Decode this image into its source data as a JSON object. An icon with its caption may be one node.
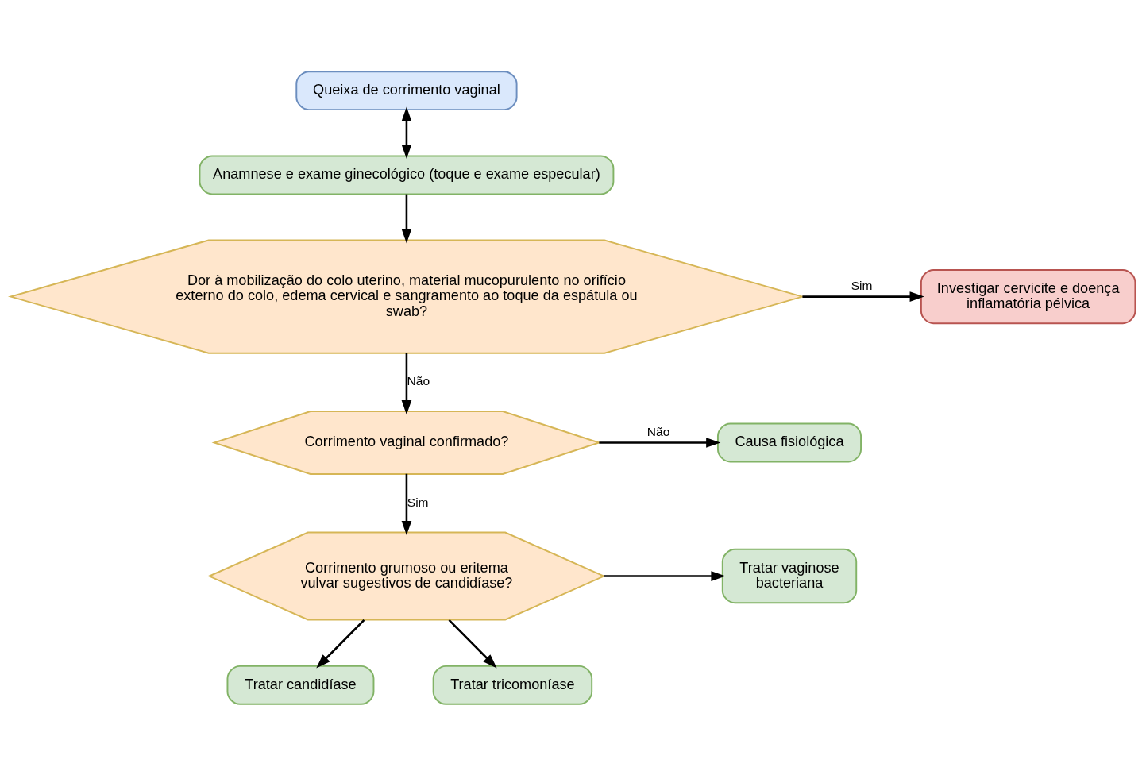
{
  "diagram": {
    "nodes": [
      {
        "text": [
          "Queixa de corrimento vaginal"
        ]
      },
      {
        "text": [
          "Anamnese e exame ginecológico (toque e exame especular)"
        ]
      },
      {
        "text": [
          "Dor à mobilização do colo uterino, material mucopurulento no orifício externo do colo, edema cervical e sangramento ao toque da espátula ou swab?"
        ]
      },
      {
        "text": [
          "Investigar cervicite e doença inflamatória pélvica"
        ]
      },
      {
        "text": [
          "Corrimento vaginal confirmado?"
        ]
      },
      {
        "text": [
          "Causa fisiológica"
        ]
      },
      {
        "text": [
          "Corrimento grumoso ou eritema vulvar sugestivos de candidíase?"
        ]
      },
      {
        "text": [
          "Tratar vaginose bacteriana"
        ]
      },
      {
        "text": [
          "Tratar candidíase"
        ]
      },
      {
        "text": [
          "Tratar tricomoníase"
        ]
      }
    ],
    "edges": [
      {
        "from": 0,
        "to": 1,
        "arrow": "both"
      },
      {
        "from": 1,
        "to": 2,
        "arrow": "to"
      },
      {
        "from": 2,
        "to": 3,
        "arrow": "to",
        "label": "Sim"
      },
      {
        "from": 2,
        "to": 4,
        "arrow": "to",
        "label": "Não"
      },
      {
        "from": 4,
        "to": 5,
        "arrow": "to",
        "label": "Não"
      },
      {
        "from": 4,
        "to": 6,
        "arrow": "to",
        "label": "Sim"
      },
      {
        "from": 6,
        "to": 7,
        "arrow": "to"
      },
      {
        "from": 6,
        "to": 9,
        "arrow": "to"
      },
      {
        "from": 6,
        "to": 8,
        "arrow": "to"
      }
    ]
  }
}
